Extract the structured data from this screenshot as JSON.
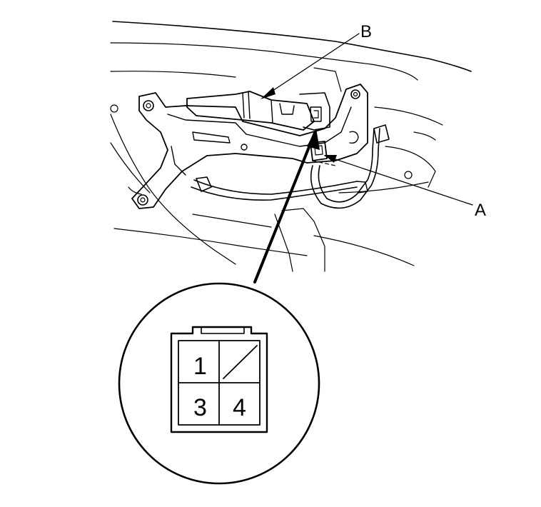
{
  "callouts": {
    "a": "A",
    "b": "B"
  },
  "connector": {
    "pins": [
      "1",
      "3",
      "4"
    ]
  },
  "colors": {
    "ink": "#000000",
    "paper": "#ffffff"
  }
}
